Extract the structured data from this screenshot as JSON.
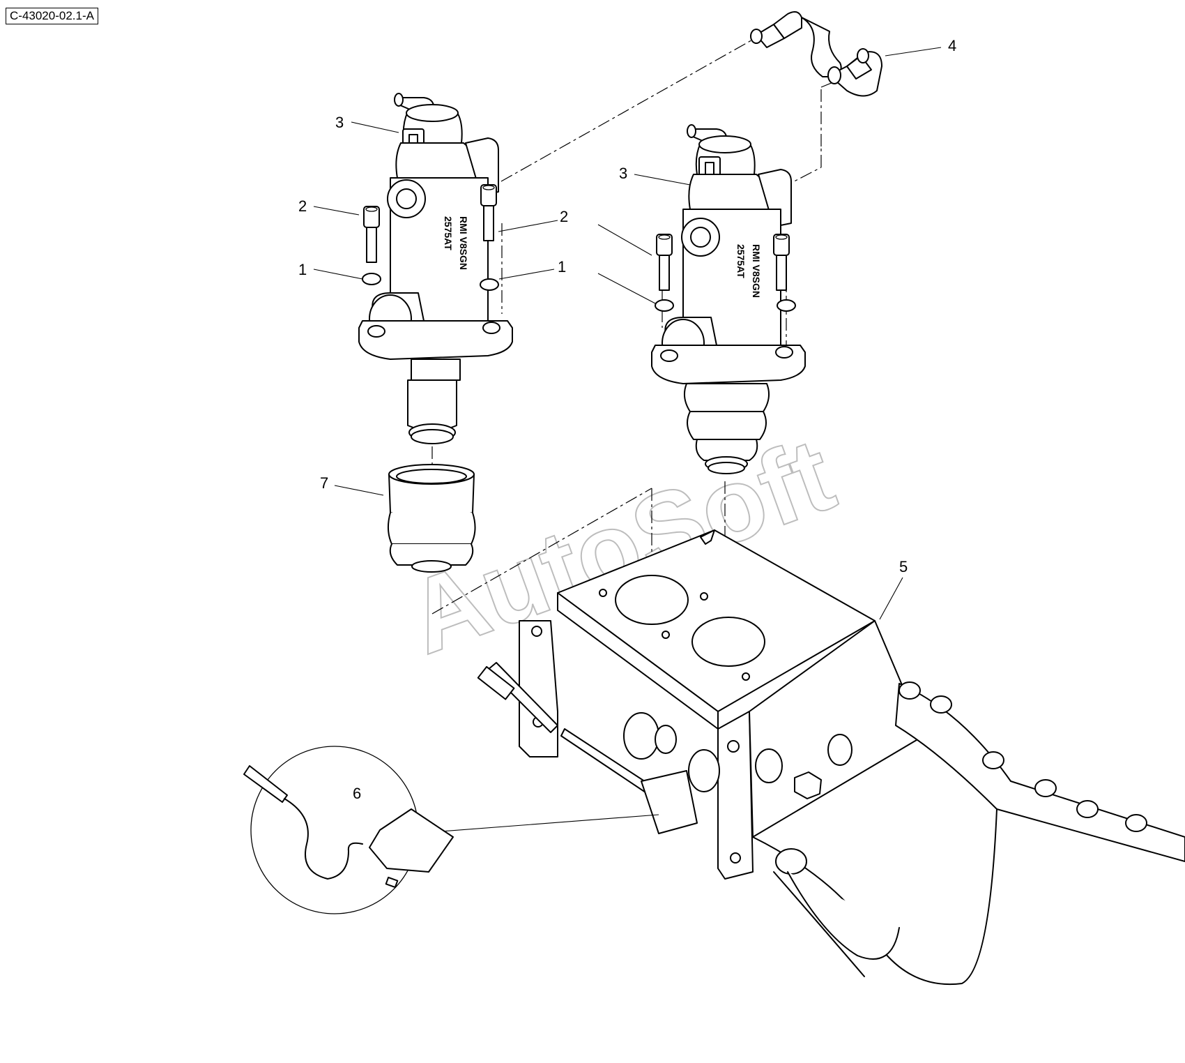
{
  "reference_code": "C-43020-02.1-A",
  "watermark": "AutoSoft",
  "valve_marking": {
    "line1": "RMI V8SGN",
    "line2": "2575AT"
  },
  "callouts": {
    "c1_left": "1",
    "c1_right": "1",
    "c2_left": "2",
    "c2_right": "2",
    "c3_left": "3",
    "c3_right": "3",
    "c4": "4",
    "c5": "5",
    "c6": "6",
    "c7": "7"
  }
}
